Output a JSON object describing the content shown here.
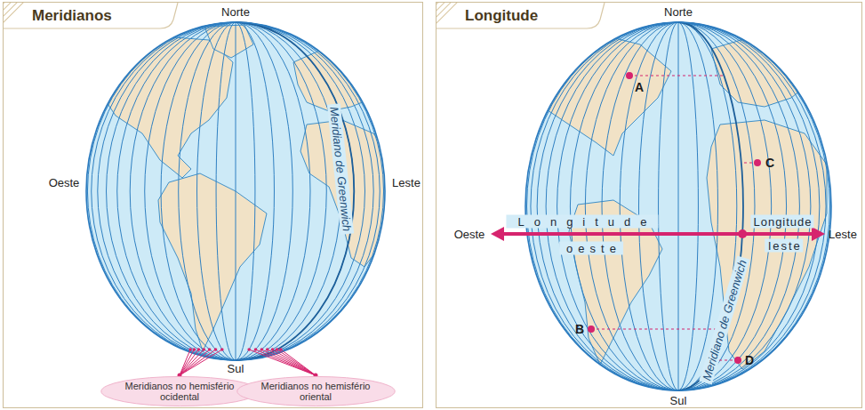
{
  "diagram": {
    "nodes": [
      {
        "text": [
          "Meridianos"
        ]
      },
      {
        "text": [
          "Meridianos no hemisfério ocidental"
        ],
        "in": 0
      },
      {
        "text": [
          "Meridianos no hemisfério oriental"
        ],
        "in": 0
      },
      {
        "text": [
          "Longitude"
        ]
      }
    ],
    "labels": [
      "Norte",
      "Oeste",
      "Leste",
      "Meridiano de Greenwich",
      "Sul",
      "Norte",
      "A",
      "C",
      "Oeste",
      "Longitude",
      "oeste",
      "Longitude",
      "leste",
      "Leste",
      "Meridiano de Greenwich",
      "B",
      "D",
      "Sul"
    ]
  }
}
